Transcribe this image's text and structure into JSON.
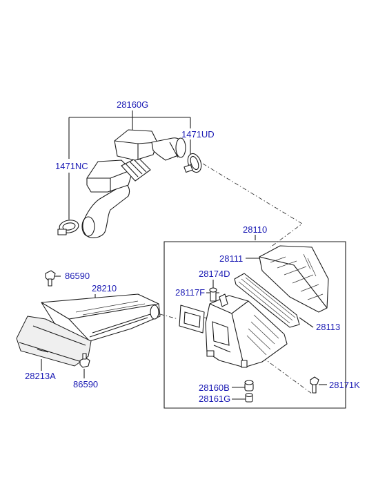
{
  "colors": {
    "label": "#1a1ab4",
    "line": "#1a1a1a",
    "background": "#ffffff"
  },
  "labels": {
    "p28160G": "28160G",
    "p1471UD": "1471UD",
    "p1471NC": "1471NC",
    "p28110": "28110",
    "p28111": "28111",
    "p28174D": "28174D",
    "p86590_top": "86590",
    "p28210": "28210",
    "p28117F": "28117F",
    "p28113": "28113",
    "p28213A": "28213A",
    "p86590_bottom": "86590",
    "p28160B": "28160B",
    "p28171K": "28171K",
    "p28161G": "28161G"
  }
}
